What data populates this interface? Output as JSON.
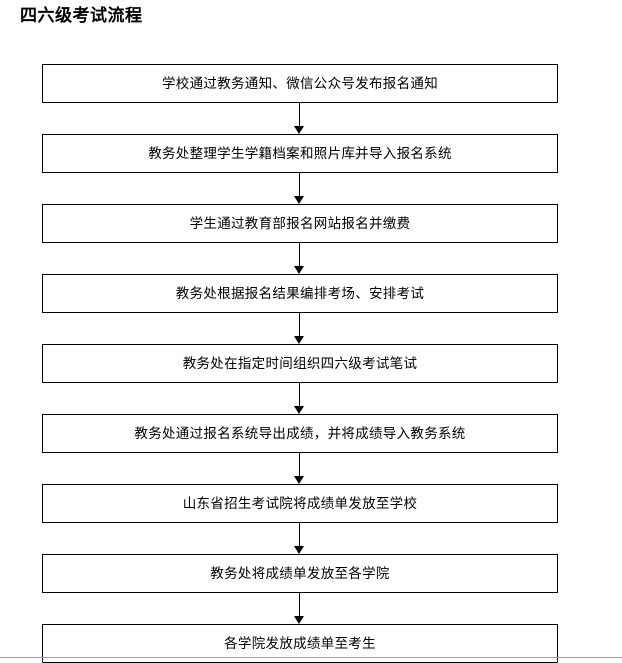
{
  "title": "四六级考试流程",
  "flow": {
    "steps": [
      {
        "id": "step-1",
        "label": "学校通过教务通知、微信公众号发布报名通知"
      },
      {
        "id": "step-2",
        "label": "教务处整理学生学籍档案和照片库并导入报名系统"
      },
      {
        "id": "step-3",
        "label": "学生通过教育部报名网站报名并缴费"
      },
      {
        "id": "step-4",
        "label": "教务处根据报名结果编排考场、安排考试"
      },
      {
        "id": "step-5",
        "label": "教务处在指定时间组织四六级考试笔试"
      },
      {
        "id": "step-6",
        "label": "教务处通过报名系统导出成绩，并将成绩导入教务系统"
      },
      {
        "id": "step-7",
        "label": "山东省招生考试院将成绩单发放至学校"
      },
      {
        "id": "step-8",
        "label": "教务处将成绩单发放至各学院"
      },
      {
        "id": "step-9",
        "label": "各学院发放成绩单至考生"
      }
    ],
    "connector_icon": "arrow-down-icon",
    "box_border_color": "#000000",
    "box_fill_color": "#ffffff",
    "text_color": "#000000"
  },
  "footer_rule_color": "#8ba3c7"
}
